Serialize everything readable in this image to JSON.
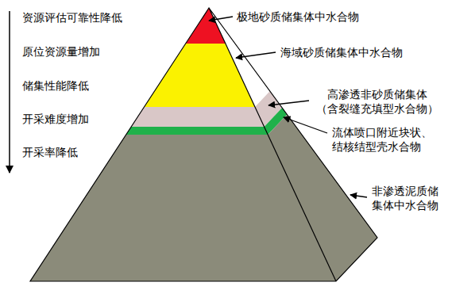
{
  "diagram": {
    "labels": [
      "资源评估可靠性降低",
      "原位资源量增加",
      "储集性能降低",
      "开采难度增加",
      "开采率降低",
      "极地砂质储集体中水合物",
      "海域砂质储集体中水合物",
      "高渗透非砂质储集体 （含裂缝充填型水合物）",
      "流体喷口附近块状、 结核结型壳水合物",
      "非渗透泥质储 集体中水合物"
    ]
  }
}
